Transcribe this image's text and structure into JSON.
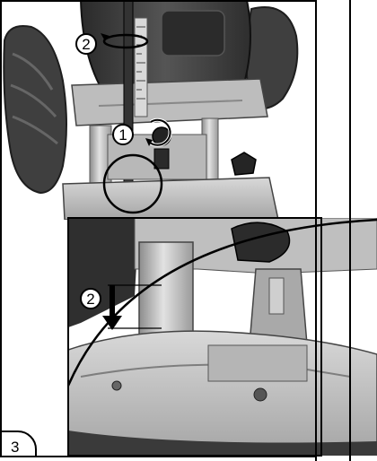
{
  "figure": {
    "panel_number": "3",
    "callouts": [
      {
        "label": "2"
      },
      {
        "label": "1"
      },
      {
        "label": "2"
      }
    ]
  },
  "icons": {
    "rotate_arrow_top": "rotate-arrow-icon",
    "rotate_arrow_knob": "rotate-arrow-icon",
    "down_arrow": "arrow-down-icon"
  },
  "colors": {
    "tool_body_dark": "#3a3a3a",
    "handle_rubber": "#4a4a4a",
    "metal_light": "#c9c9c9",
    "metal_mid": "#9e9e9e",
    "outline": "#000000"
  }
}
